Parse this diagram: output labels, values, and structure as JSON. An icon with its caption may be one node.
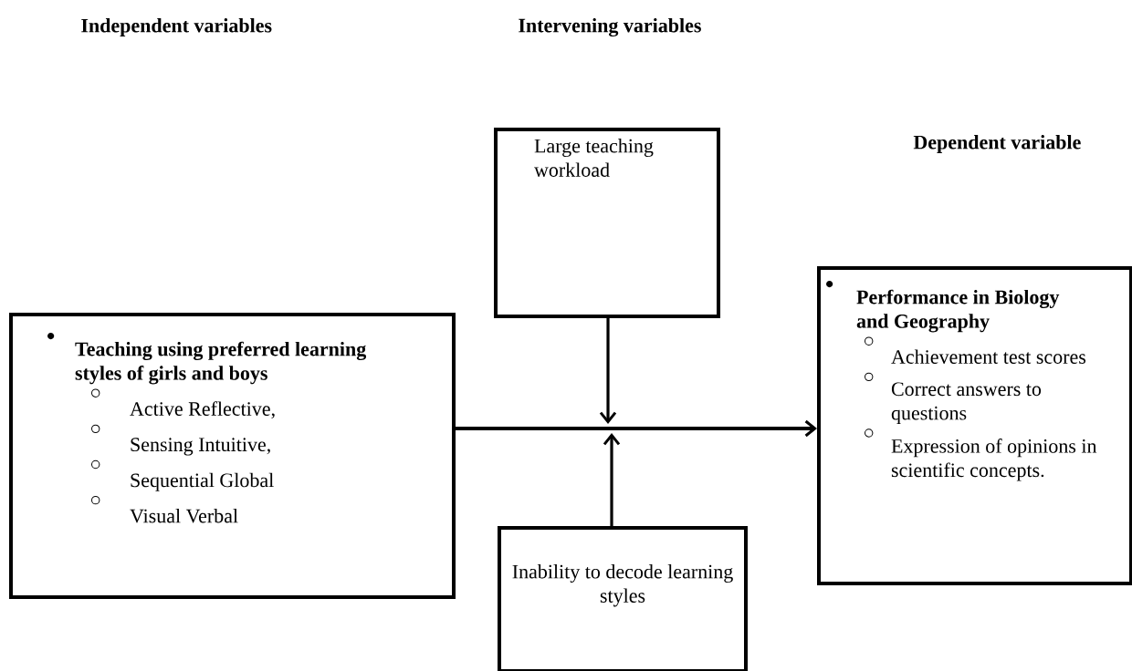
{
  "diagram": {
    "nodes": [
      {
        "text": [
          "Teaching using preferred learning styles of girls and boys",
          "Active Reflective,",
          "Sensing Intuitive,",
          "Sequential Global",
          "Visual Verbal"
        ]
      },
      {
        "text": [
          "Large teaching workload"
        ]
      },
      {
        "text": [
          "Inability to decode learning styles"
        ]
      },
      {
        "text": [
          "Performance in Biology and Geography",
          "Achievement test scores",
          "Correct answers to questions",
          "Expression of opinions in scientific concepts."
        ]
      }
    ],
    "edges": [
      {
        "from": 0,
        "to": 3,
        "arrow": "to"
      },
      {
        "from": 1,
        "to": null,
        "arrow": "to"
      },
      {
        "from": 2,
        "to": null,
        "arrow": "to"
      }
    ],
    "labels": [
      "Independent variables",
      "Intervening variables",
      "Dependent variable"
    ]
  }
}
